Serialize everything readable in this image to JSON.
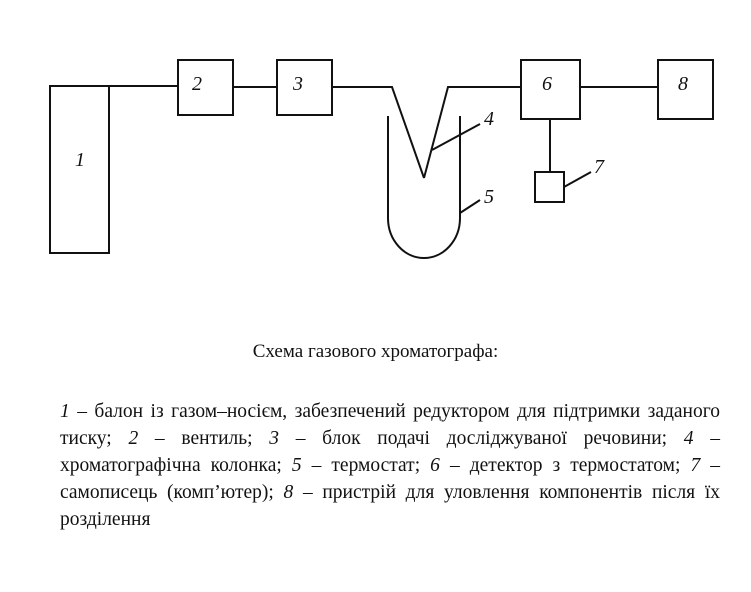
{
  "diagram": {
    "labels": {
      "n1": "1",
      "n2": "2",
      "n3": "3",
      "n4": "4",
      "n5": "5",
      "n6": "6",
      "n7": "7",
      "n8": "8"
    }
  },
  "caption": "Схема газового хроматографа:",
  "legend": [
    {
      "num": "1",
      "text": " – балон із газом–носієм, забезпечений редуктором для підтримки заданого тиску; "
    },
    {
      "num": "2",
      "text": " – вентиль; "
    },
    {
      "num": "3",
      "text": " – блок подачі досліджуваної речовини; "
    },
    {
      "num": "4",
      "text": " – хроматографічна колонка; "
    },
    {
      "num": "5",
      "text": " – термостат; "
    },
    {
      "num": "6",
      "text": " – детектор з термостатом; "
    },
    {
      "num": "7",
      "text": " – самописець (комп’ютер); "
    },
    {
      "num": "8",
      "text": " – пристрій для уловлення компонентів після їх розділення"
    }
  ]
}
